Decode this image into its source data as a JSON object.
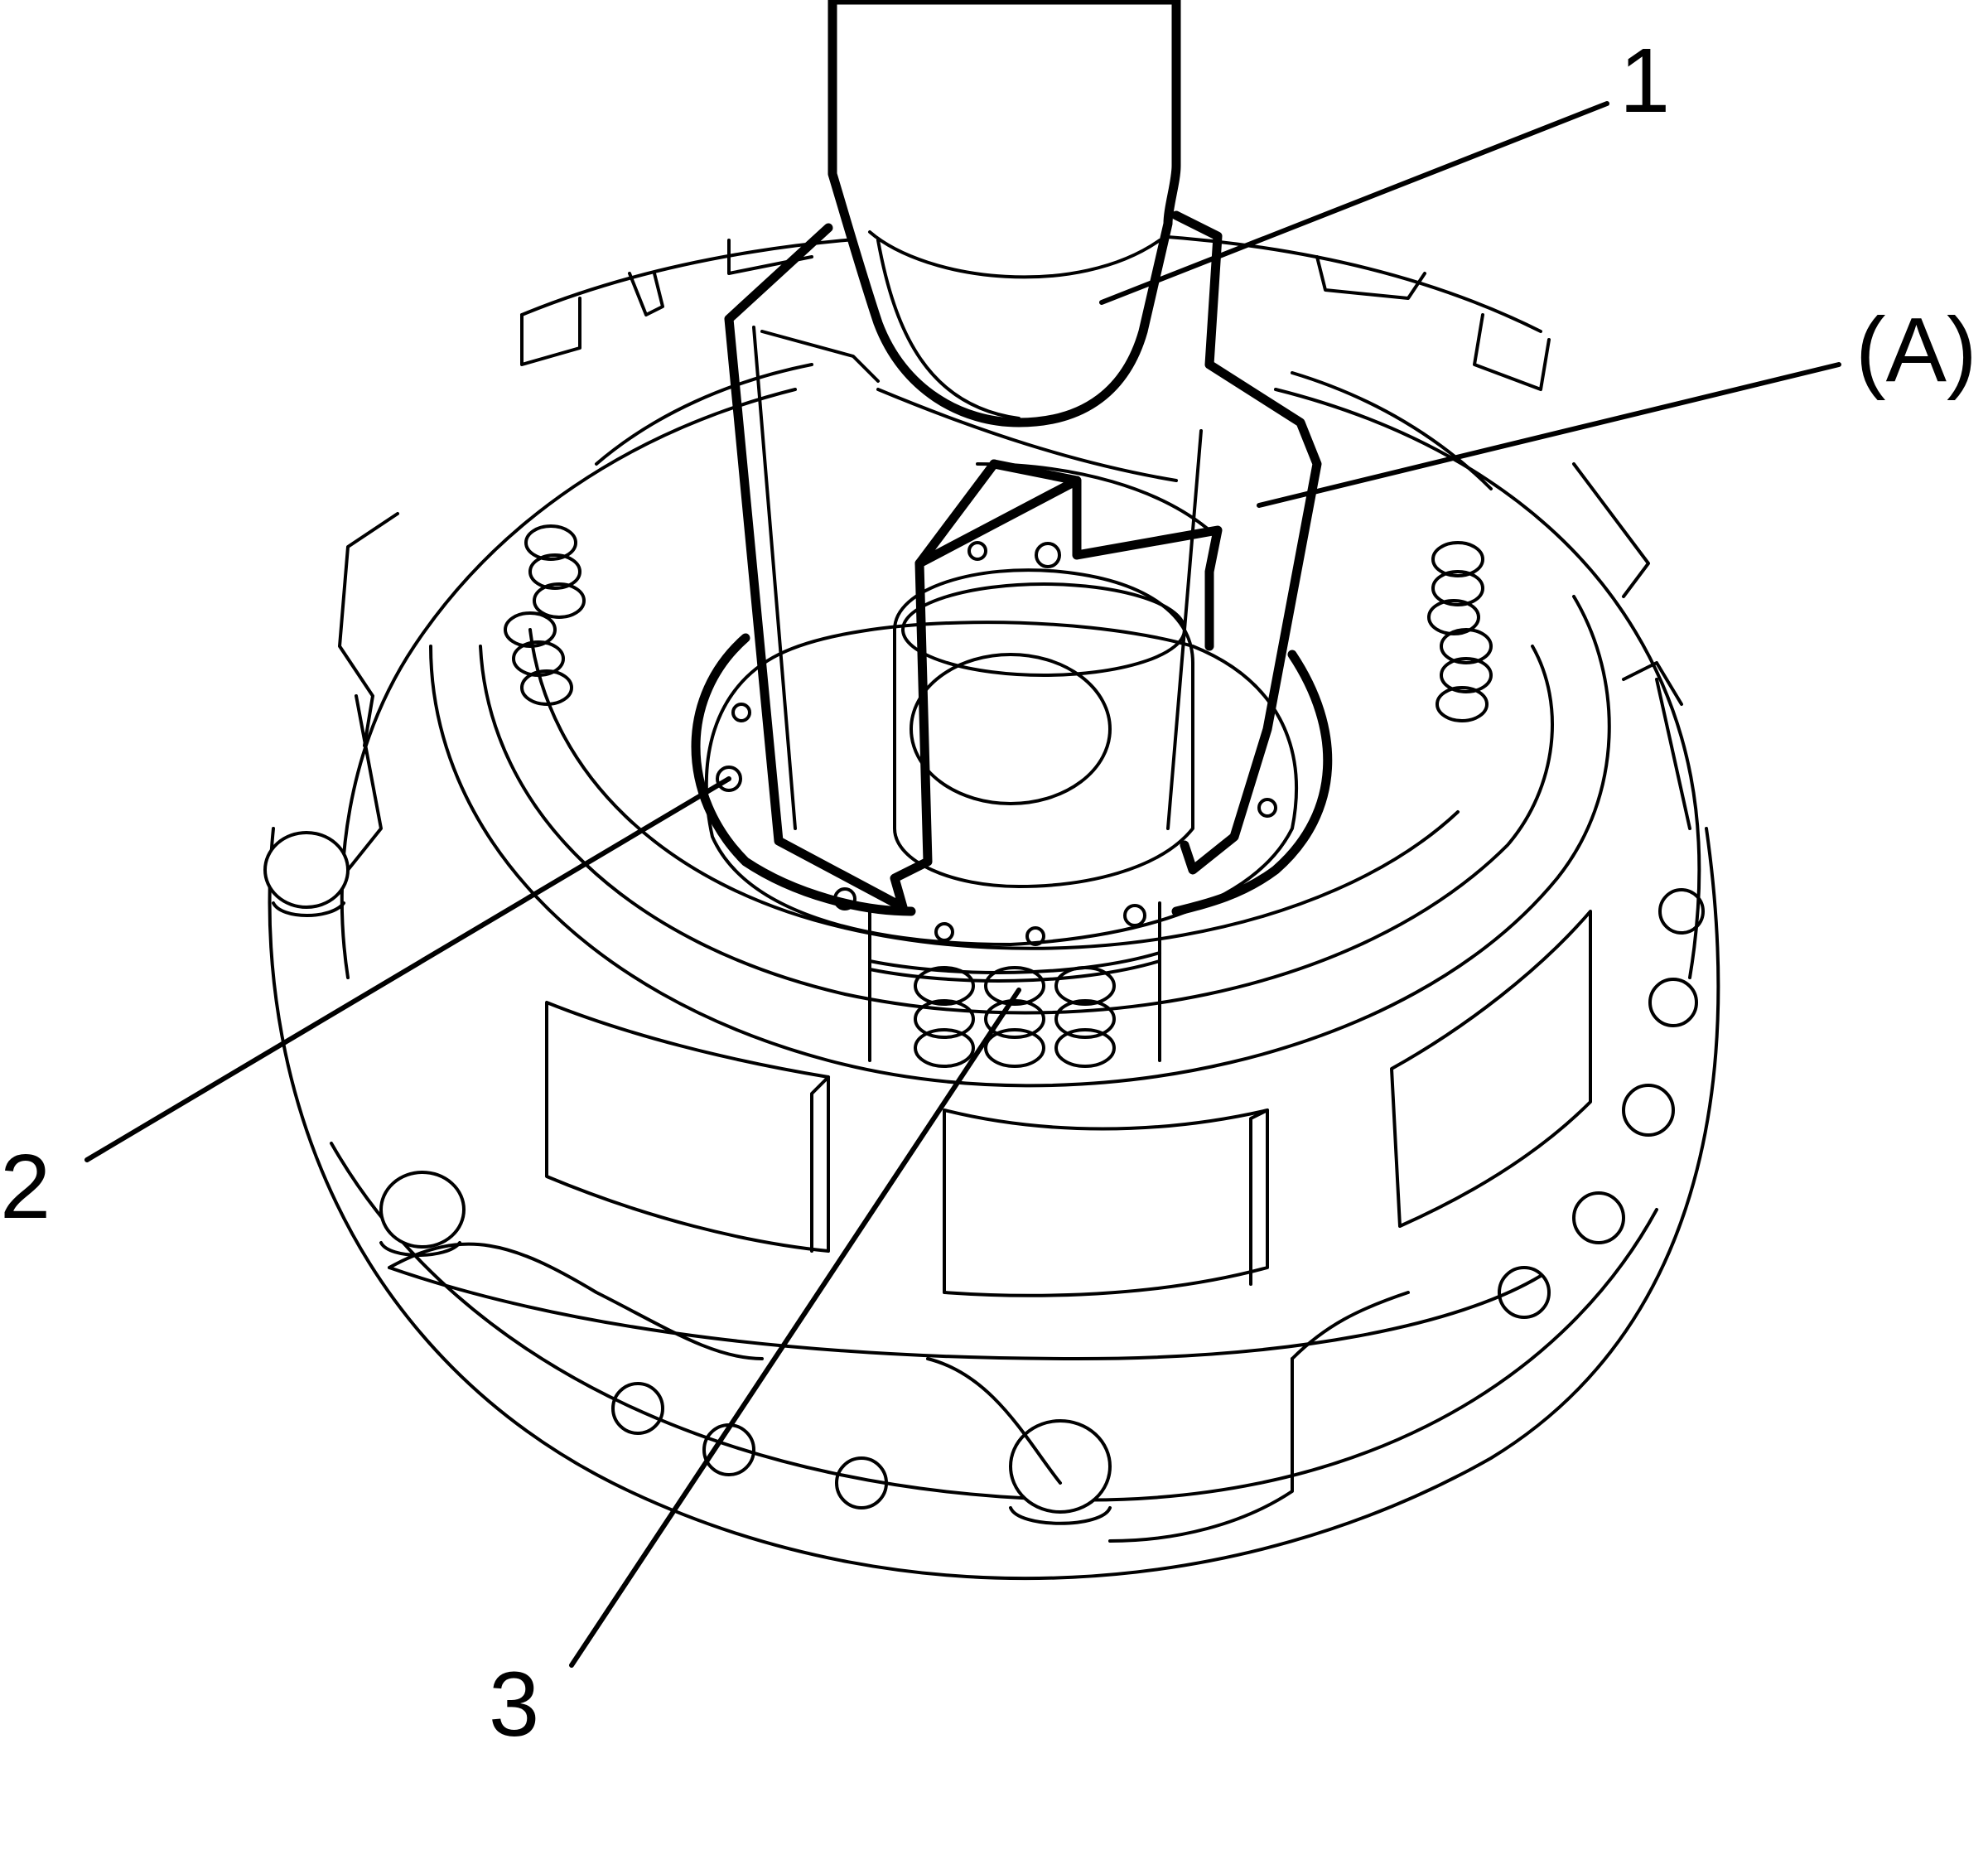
{
  "callouts": [
    {
      "id": "1",
      "label": "1"
    },
    {
      "id": "A",
      "label": "(A)"
    },
    {
      "id": "2",
      "label": "2"
    },
    {
      "id": "3",
      "label": "3"
    }
  ],
  "colors": {
    "line": "#000000",
    "background": "#ffffff"
  }
}
